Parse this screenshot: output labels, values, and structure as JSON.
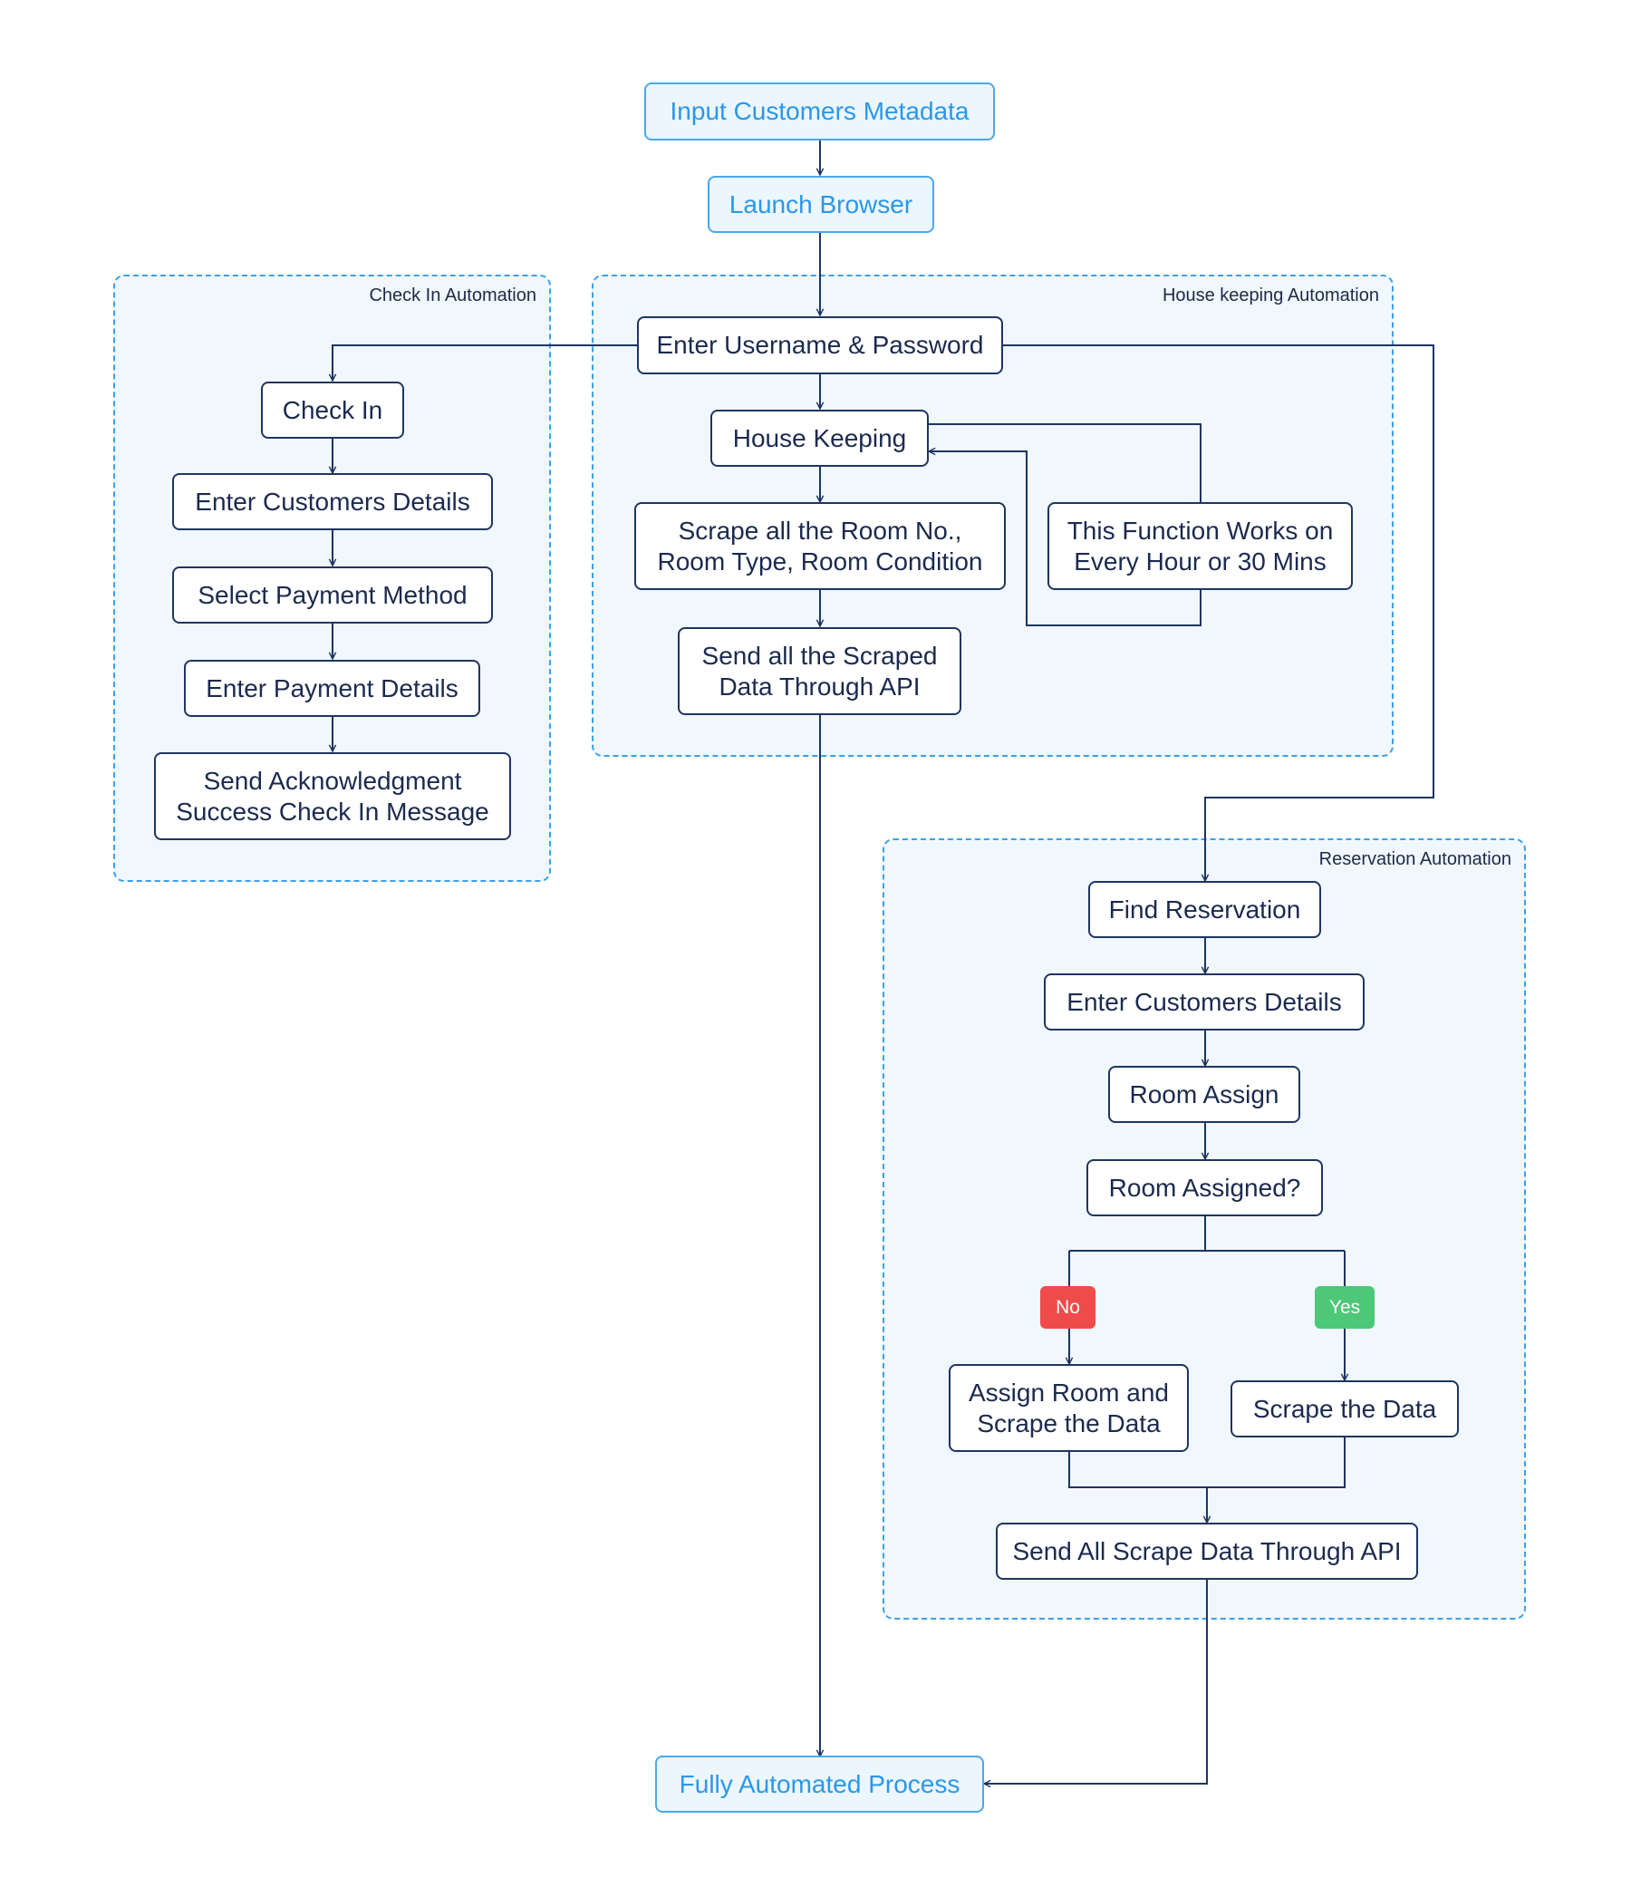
{
  "colors": {
    "edge": "#1f3560",
    "group_border": "#3ba1ea",
    "terminal_text": "#2b97ea",
    "badge_no": "#f04b4b",
    "badge_yes": "#4cc878"
  },
  "groups": {
    "checkin": {
      "label": "Check In Automation"
    },
    "housekeeping": {
      "label": "House keeping Automation"
    },
    "reservation": {
      "label": "Reservation Automation"
    }
  },
  "nodes": {
    "input_metadata": "Input Customers Metadata",
    "launch_browser": "Launch Browser",
    "enter_credentials": "Enter Username & Password",
    "check_in": "Check In",
    "ci_enter_details": "Enter Customers Details",
    "select_payment": "Select Payment Method",
    "enter_payment": "Enter Payment Details",
    "send_ack": "Send Acknowledgment\nSuccess Check In Message",
    "house_keeping": "House Keeping",
    "scrape_rooms": "Scrape all the Room No.,\nRoom Type, Room Condition",
    "function_schedule": "This Function Works on\nEvery Hour or 30 Mins",
    "send_scraped_api": "Send all the Scraped\nData Through API",
    "find_reservation": "Find Reservation",
    "res_enter_details": "Enter Customers Details",
    "room_assign": "Room Assign",
    "room_assigned_q": "Room Assigned?",
    "assign_room_scrape": "Assign Room and\nScrape the Data",
    "scrape_the_data": "Scrape the Data",
    "send_all_scrape_api": "Send All Scrape Data Through API",
    "fully_automated": "Fully Automated Process"
  },
  "badges": {
    "no": "No",
    "yes": "Yes"
  }
}
